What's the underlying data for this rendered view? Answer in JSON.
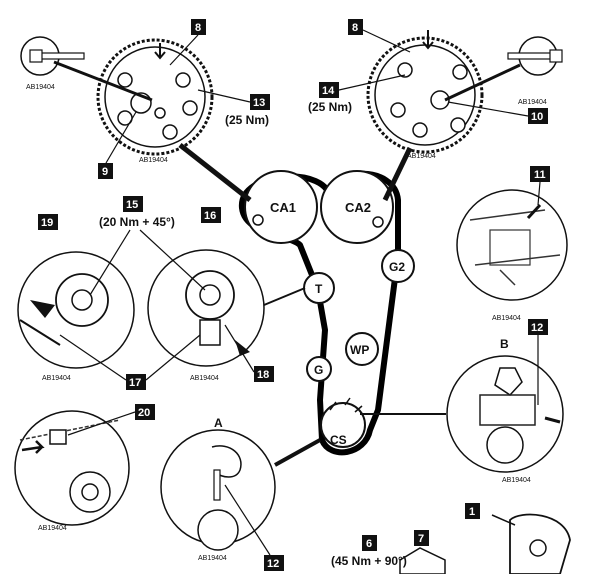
{
  "figure_code": "AB19404",
  "pulleys": {
    "ca1": "CA1",
    "ca2": "CA2",
    "g2": "G2",
    "t": "T",
    "wp": "WP",
    "g": "G",
    "cs": "CS"
  },
  "callouts": {
    "n1": "1",
    "n6": "6",
    "n7": "7",
    "n8": "8",
    "n9": "9",
    "n10": "10",
    "n11": "11",
    "n12": "12",
    "n13": "13",
    "n14": "14",
    "n15": "15",
    "n16": "16",
    "n17": "17",
    "n18": "18",
    "n19": "19",
    "n20": "20"
  },
  "torques": {
    "t13": "(25 Nm)",
    "t14": "(25 Nm)",
    "t15": "(20 Nm + 45°)",
    "t6": "(45 Nm + 90°)"
  },
  "detail_letters": {
    "a": "A",
    "b": "B"
  },
  "colors": {
    "ink": "#111111",
    "paper": "#ffffff",
    "belt": "#000000",
    "gray": "#cfcfcf"
  }
}
